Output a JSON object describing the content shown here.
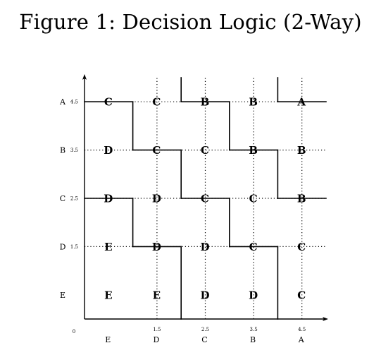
{
  "title": "Figure 1: Decision Logic (2-Way)",
  "axes": {
    "x_ticks": [
      1.5,
      2.5,
      3.5,
      4.5
    ],
    "y_ticks": [
      1.5,
      2.5,
      3.5,
      4.5
    ],
    "x_tick_labels": [
      "1.5",
      "2.5",
      "3.5",
      "4.5"
    ],
    "y_tick_labels": [
      "1.5",
      "2.5",
      "3.5",
      "4.5"
    ],
    "origin_label": "0",
    "x_category_labels": [
      "E",
      "D",
      "C",
      "B",
      "A"
    ],
    "y_category_labels": [
      "E",
      "D",
      "C",
      "B",
      "A"
    ]
  },
  "grid": {
    "rows_top_to_bottom": [
      [
        "C",
        "C",
        "B",
        "B",
        "A"
      ],
      [
        "D",
        "C",
        "C",
        "B",
        "B"
      ],
      [
        "D",
        "D",
        "C",
        "C",
        "B"
      ],
      [
        "E",
        "D",
        "D",
        "C",
        "C"
      ],
      [
        "E",
        "E",
        "D",
        "D",
        "C"
      ]
    ]
  },
  "boundaries": [
    {
      "from": [
        0,
        4.5
      ],
      "to": [
        1,
        4.5
      ]
    },
    {
      "from": [
        1,
        4.5
      ],
      "to": [
        1,
        3.5
      ]
    },
    {
      "from": [
        1,
        3.5
      ],
      "to": [
        2,
        3.5
      ]
    },
    {
      "from": [
        2,
        3.5
      ],
      "to": [
        2,
        2.5
      ]
    },
    {
      "from": [
        2,
        2.5
      ],
      "to": [
        3,
        2.5
      ]
    },
    {
      "from": [
        3,
        2.5
      ],
      "to": [
        3,
        1.5
      ]
    },
    {
      "from": [
        3,
        1.5
      ],
      "to": [
        4,
        1.5
      ]
    },
    {
      "from": [
        4,
        1.5
      ],
      "to": [
        4,
        0
      ]
    },
    {
      "from": [
        0,
        2.5
      ],
      "to": [
        1,
        2.5
      ]
    },
    {
      "from": [
        1,
        2.5
      ],
      "to": [
        1,
        1.5
      ]
    },
    {
      "from": [
        1,
        1.5
      ],
      "to": [
        2,
        1.5
      ]
    },
    {
      "from": [
        2,
        1.5
      ],
      "to": [
        2,
        0
      ]
    },
    {
      "from": [
        2,
        5
      ],
      "to": [
        2,
        4.5
      ]
    },
    {
      "from": [
        2,
        4.5
      ],
      "to": [
        3,
        4.5
      ]
    },
    {
      "from": [
        3,
        4.5
      ],
      "to": [
        3,
        3.5
      ]
    },
    {
      "from": [
        3,
        3.5
      ],
      "to": [
        4,
        3.5
      ]
    },
    {
      "from": [
        4,
        3.5
      ],
      "to": [
        4,
        2.5
      ]
    },
    {
      "from": [
        4,
        2.5
      ],
      "to": [
        5,
        2.5
      ]
    },
    {
      "from": [
        4,
        5
      ],
      "to": [
        4,
        4.5
      ]
    },
    {
      "from": [
        4,
        4.5
      ],
      "to": [
        5,
        4.5
      ]
    }
  ],
  "colors": {
    "ink": "#000000",
    "background": "#ffffff"
  }
}
